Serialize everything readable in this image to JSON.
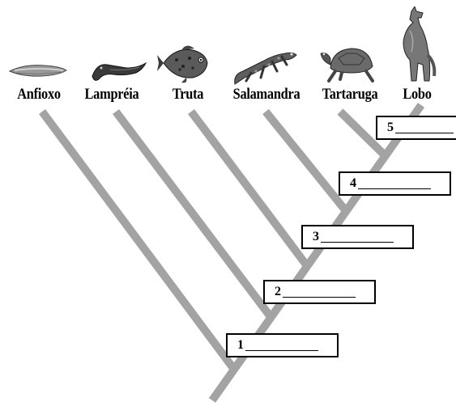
{
  "taxa": [
    {
      "name": "Anfioxo",
      "icon": "amphioxus-icon"
    },
    {
      "name": "Lampréia",
      "icon": "lamprey-icon"
    },
    {
      "name": "Truta",
      "icon": "trout-icon"
    },
    {
      "name": "Salamandra",
      "icon": "salamander-icon"
    },
    {
      "name": "Tartaruga",
      "icon": "turtle-icon"
    },
    {
      "name": "Lobo",
      "icon": "wolf-icon"
    }
  ],
  "nodes": [
    "1",
    "2",
    "3",
    "4",
    "5"
  ],
  "colors": {
    "branch": "#a3a3a3",
    "text": "#000000",
    "box_border": "#000000"
  }
}
